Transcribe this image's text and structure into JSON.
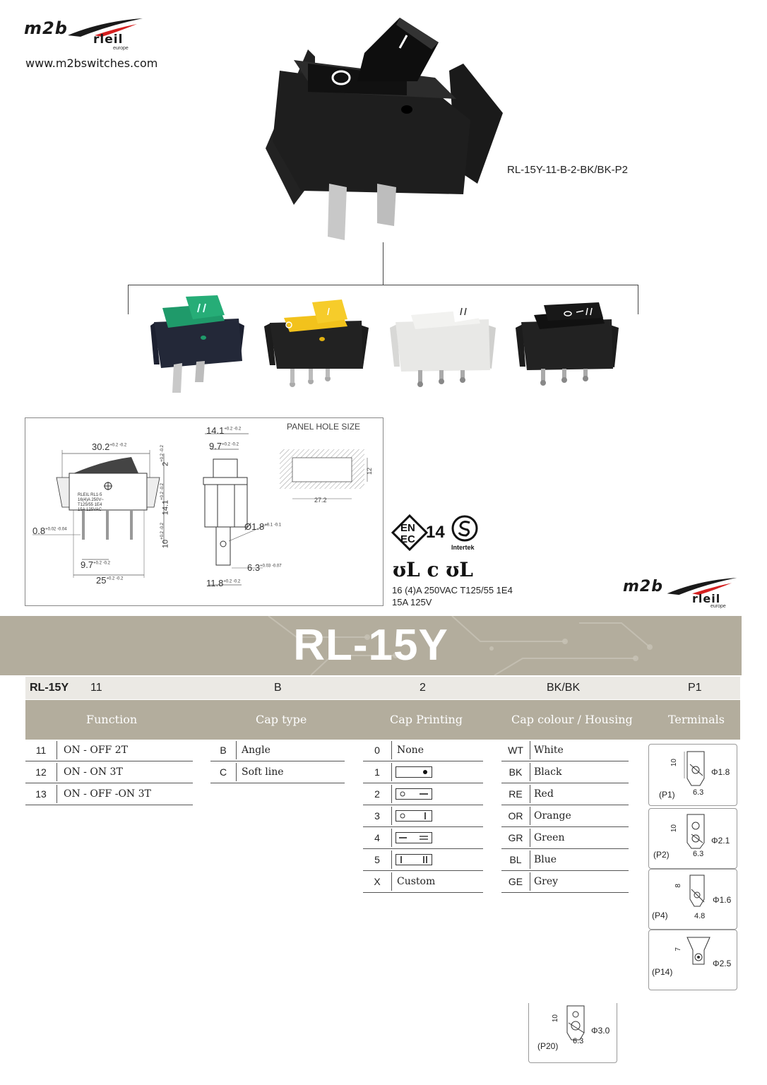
{
  "header": {
    "logo_m2b": "m2b",
    "logo_rleil": "rleil",
    "logo_europe": "europe",
    "website": "www.m2bswitches.com",
    "model_code": "RL-15Y-11-B-2-BK/BK-P2"
  },
  "drawing": {
    "panel_hole_label": "PANEL HOLE SIZE",
    "dims": {
      "d1": "30.2",
      "d1_tol": "+0.2 -0.2",
      "d2": "14.1",
      "d2_tol": "+0.2 -0.2",
      "d3": "9.7",
      "d3_tol": "+0.2 -0.2",
      "d4": "2",
      "d4_tol": "+0.2 -0.2",
      "d5": "14.1",
      "d5_tol": "+0.2 -0.2",
      "d6": "10",
      "d6_tol": "+0.2 -0.2",
      "d7": "0.8",
      "d7_tol": "+0.02 -0.04",
      "d8": "Ø1.8",
      "d8_tol": "+0.1 -0.1",
      "d9": "9.7",
      "d9_tol": "+0.2 -0.2",
      "d10": "6.3",
      "d10_tol": "+0.03 -0.07",
      "d11": "25",
      "d11_tol": "+0.2 -0.2",
      "d12": "11.8",
      "d12_tol": "+0.2 -0.2",
      "hole_w": "27.2",
      "hole_h": "12"
    },
    "body_text": [
      "RLEIL RL1-5",
      "16(4)A 250V~",
      "T125/55 1E4",
      "15A 125VAC"
    ]
  },
  "cert": {
    "enec_num": "14",
    "intertek": "Intertek",
    "ul_marks": "ʊL c ʊL",
    "rating_line1": "16 (4)A 250VAC T125/55 1E4",
    "rating_line2": "15A 125V"
  },
  "banner_title": "RL-15Y",
  "code_row": {
    "series": "RL-15Y",
    "function": "11",
    "cap_type": "B",
    "cap_printing": "2",
    "colour": "BK/BK",
    "terminals": "P1"
  },
  "columns": {
    "function": "Function",
    "cap_type": "Cap type",
    "cap_printing": "Cap Printing",
    "cap_colour": "Cap colour / Housing",
    "terminals": "Terminals"
  },
  "function_rows": [
    {
      "code": "11",
      "label": "ON - OFF 2T"
    },
    {
      "code": "12",
      "label": "ON - ON 3T"
    },
    {
      "code": "13",
      "label": "ON - OFF -ON 3T"
    }
  ],
  "cap_type_rows": [
    {
      "code": "B",
      "label": "Angle"
    },
    {
      "code": "C",
      "label": "Soft line"
    }
  ],
  "cap_printing_rows": [
    {
      "code": "0",
      "label": "None"
    },
    {
      "code": "1",
      "label": ""
    },
    {
      "code": "2",
      "label": ""
    },
    {
      "code": "3",
      "label": ""
    },
    {
      "code": "4",
      "label": ""
    },
    {
      "code": "5",
      "label": ""
    },
    {
      "code": "X",
      "label": "Custom"
    }
  ],
  "colour_rows": [
    {
      "code": "WT",
      "label": "White"
    },
    {
      "code": "BK",
      "label": "Black"
    },
    {
      "code": "RE",
      "label": "Red"
    },
    {
      "code": "OR",
      "label": "Orange"
    },
    {
      "code": "GR",
      "label": "Green"
    },
    {
      "code": "BL",
      "label": "Blue"
    },
    {
      "code": "GE",
      "label": "Grey"
    }
  ],
  "terminals": [
    {
      "name": "(P1)",
      "h": "10",
      "w": "6.3",
      "hole": "Φ1.8"
    },
    {
      "name": "(P2)",
      "h": "10",
      "w": "6.3",
      "hole": "Φ2.1"
    },
    {
      "name": "(P4)",
      "h": "8",
      "w": "4.8",
      "hole": "Φ1.6"
    },
    {
      "name": "(P14)",
      "h": "7",
      "w": "",
      "hole": "Φ2.5"
    },
    {
      "name": "(P20)",
      "h": "10",
      "w": "6.3",
      "hole": "Φ3.0"
    }
  ],
  "colors": {
    "banner": "#b3ad9d",
    "code_row": "#ebe9e4",
    "logo_red": "#d42020",
    "switch_black": "#1e1e1e",
    "switch_green": "#1f9a6a",
    "switch_yellow": "#f2c21c",
    "switch_white": "#e8e8e6"
  }
}
